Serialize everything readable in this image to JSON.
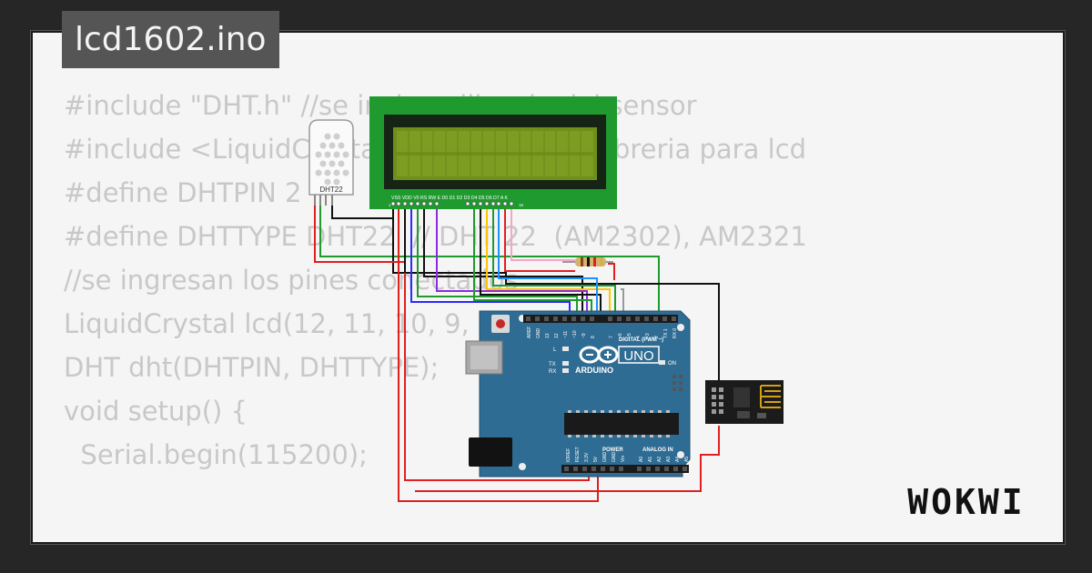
{
  "file": {
    "name": "lcd1602.ino"
  },
  "code": {
    "lines": [
      "#include \"DHT.h\" //se incluye libreria del sensor",
      "#include <LiquidCrystal.h> //se incluye libreria para lcd",
      "#define DHTPIN 2",
      "#define DHTTYPE DHT22  // DHT 22  (AM2302), AM2321",
      "",
      "//se ingresan los pines conectados",
      "LiquidCrystal lcd(12, 11, 10, 9, 8, 7);",
      "DHT dht(DHTPIN, DHTTYPE);",
      "",
      "void setup() {",
      "  Serial.begin(115200);"
    ]
  },
  "parts": {
    "dht": {
      "label": "DHT22"
    },
    "lcd": {
      "pins": "VSS VDD V0 RS RW E  D0 D1 D2 D3 D4 D5 D6 D7 A  K",
      "pin_first": "1",
      "pin_last": "16"
    },
    "arduino": {
      "brand": "ARDUINO",
      "model": "UNO",
      "digital_label": "DIGITAL (PWM ~)",
      "power_label": "POWER",
      "analog_label": "ANALOG IN",
      "on_label": "ON",
      "led_l": "L",
      "led_tx": "TX",
      "led_rx": "RX",
      "top_pins": [
        "AREF",
        "GND",
        "13",
        "12",
        "~11",
        "~10",
        "~9",
        "8",
        "7",
        "~6",
        "~5",
        "4",
        "~3",
        "2",
        "TX 1",
        "RX 0"
      ],
      "power_pins": [
        "IOREF",
        "RESET",
        "3.3V",
        "5V",
        "GND",
        "GND",
        "Vin"
      ],
      "analog_pins": [
        "A0",
        "A1",
        "A2",
        "A3",
        "A4",
        "A5"
      ]
    }
  },
  "brand": {
    "logo": "WOKWI"
  },
  "colors": {
    "background": "#262626",
    "card": "#f5f5f5",
    "code": "#c8c8c8",
    "lcd_board": "#1f9a2e",
    "lcd_screen": "#6f8f1a",
    "arduino": "#2f6c93",
    "esp_board": "#1b1b1b"
  }
}
